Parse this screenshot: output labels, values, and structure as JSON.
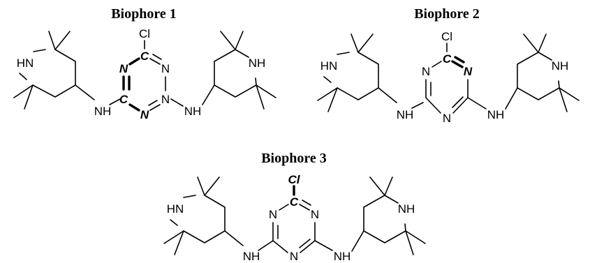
{
  "biophores": [
    {
      "title": "Biophore 1",
      "labels": {
        "hn_left": "HN",
        "nh_right": "NH",
        "cl": "Cl",
        "c_top": "C",
        "n_tl": "N",
        "n_tr": "N",
        "c_bl": "C",
        "n_b": "N",
        "n_br": "N",
        "link_left": "NH",
        "link_right": "NH"
      }
    },
    {
      "title": "Biophore 2",
      "labels": {
        "hn_left": "HN",
        "nh_right": "NH",
        "cl": "Cl",
        "c_top": "C",
        "n_tl": "N",
        "n_tr": "N",
        "n_b": "N",
        "link_left": "NH",
        "link_right": "NH"
      }
    },
    {
      "title": "Biophore 3",
      "labels": {
        "hn_left": "HN",
        "nh_right": "NH",
        "cl": "Cl",
        "c_top": "C",
        "n_tl": "N",
        "n_tr": "N",
        "n_b": "N",
        "link_left": "NH",
        "link_right": "NH"
      }
    }
  ]
}
